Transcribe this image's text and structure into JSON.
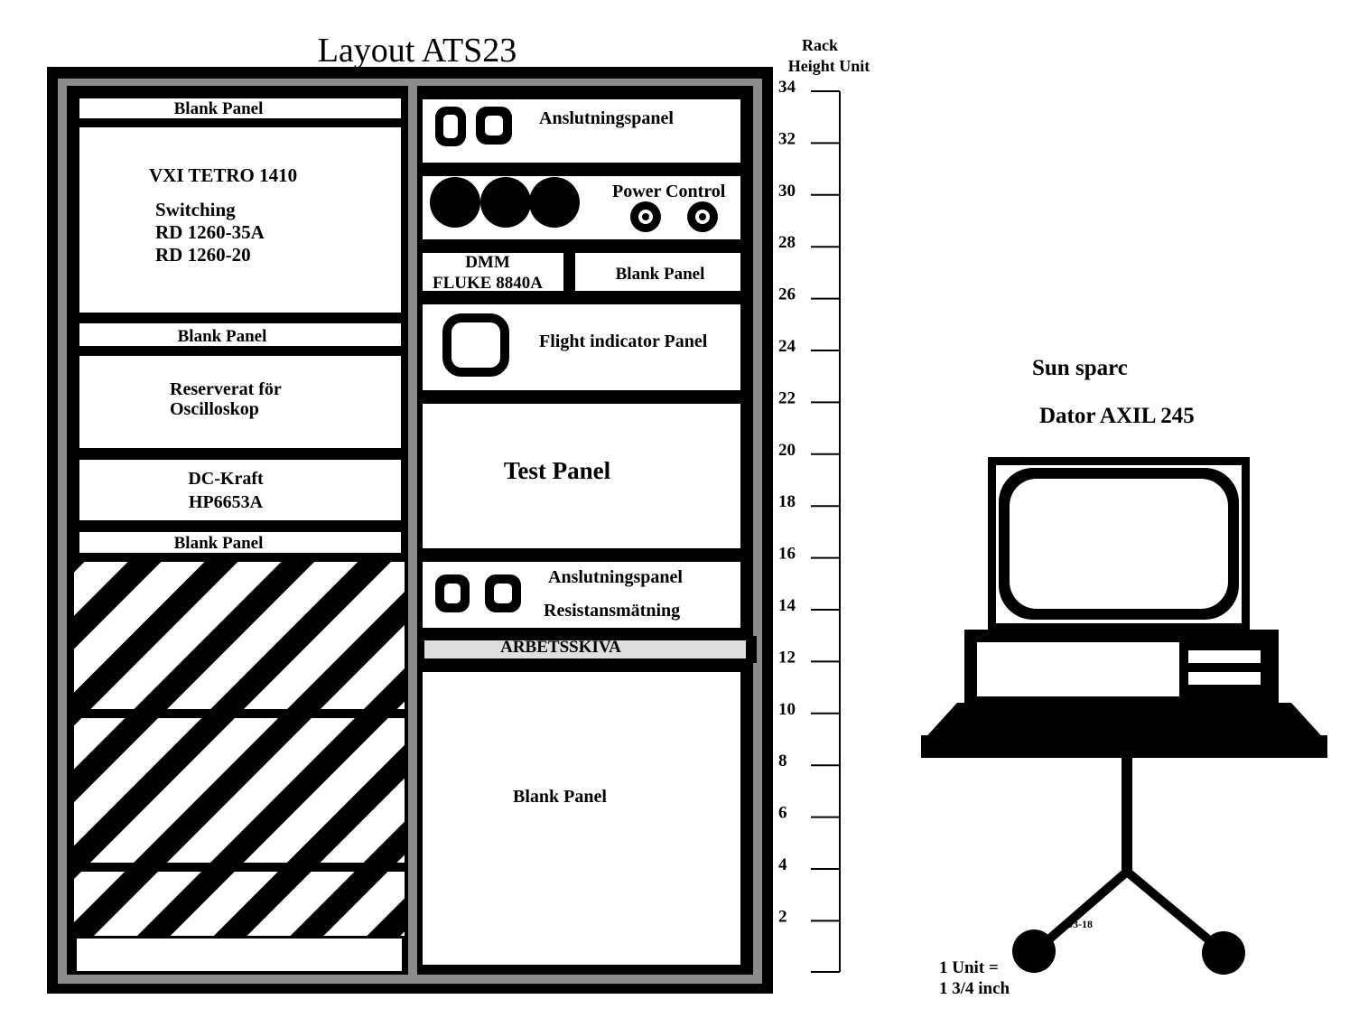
{
  "title": "Layout  ATS23",
  "scale": {
    "header_line1": "Rack",
    "header_line2": "Height Unit",
    "ticks": [
      "34",
      "32",
      "30",
      "28",
      "26",
      "24",
      "22",
      "20",
      "18",
      "16",
      "14",
      "12",
      "10",
      "8",
      "6",
      "4",
      "2"
    ]
  },
  "left_column": {
    "blank_top": "Blank Panel",
    "vxi": {
      "line1": "VXI  TETRO 1410",
      "line2": "Switching",
      "line3": "RD 1260-35A",
      "line4": "RD 1260-20"
    },
    "blank_mid": "Blank Panel",
    "osc": {
      "line1": "Reserverat för",
      "line2": "Oscilloskop"
    },
    "dc": {
      "line1": "DC-Kraft",
      "line2": "HP6653A"
    },
    "blank_low": "Blank Panel"
  },
  "right_column": {
    "anslutning_top": "Anslutningspanel",
    "power_control": "Power Control",
    "dmm": {
      "line1": "DMM",
      "line2": "FLUKE  8840A"
    },
    "blank_small": "Blank Panel",
    "flight": "Flight indicator Panel",
    "test_panel": "Test Panel",
    "anslutning_bottom": {
      "line1": "Anslutningspanel",
      "line2": "Resistansmätning"
    },
    "arbetsskiva": "ARBETSSKIVA",
    "blank_large": "Blank Panel"
  },
  "computer": {
    "line1": "Sun sparc",
    "line2": "Dator AXIL 245"
  },
  "unit_note": {
    "line1": "1 Unit =",
    "line2": "1 3/4 inch"
  },
  "date_stamp": "-03-18"
}
